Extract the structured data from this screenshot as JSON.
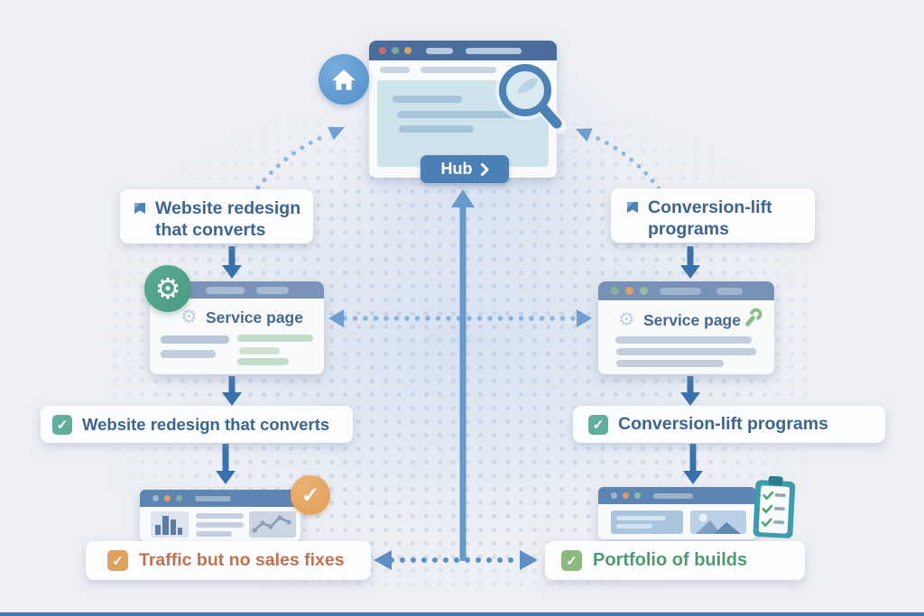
{
  "hub": {
    "button_label": "Hub"
  },
  "left_branch": {
    "keyword": "Website redesign that converts",
    "service_title": "Service page",
    "check_item": "Website redesign that converts",
    "outcome": "Traffic but no sales fixes"
  },
  "right_branch": {
    "keyword": "Conversion-lift programs",
    "service_title": "Service page",
    "check_item": "Conversion-lift programs",
    "outcome": "Portfolio of builds"
  },
  "glyphs": {
    "check": "✓",
    "gear": "⚙"
  },
  "colors": {
    "background": "#edeff4",
    "hub_titlebar": "#4a6d9d",
    "service_titlebar": "#7b93b8",
    "mini_titlebar": "#5d85b3",
    "accent_button_blue": "#4b80b6",
    "text_blue": "#3d6590",
    "outcome_orange_text": "#c4704f",
    "outcome_green_text": "#4e9b71",
    "teal_icon": "#53a692",
    "teal_checkbox": "#62ae9c",
    "orange_checkbox": "#dfa160",
    "orange_badge": "#e7a75f",
    "green_checkbox": "#8cb97d",
    "arrow_solid_dark": "#3871ac",
    "arrow_solid_center": "#6699cd",
    "arrow_dotted_light": "#92b7dd",
    "arrow_dotted_dark": "#5d8fc5"
  }
}
